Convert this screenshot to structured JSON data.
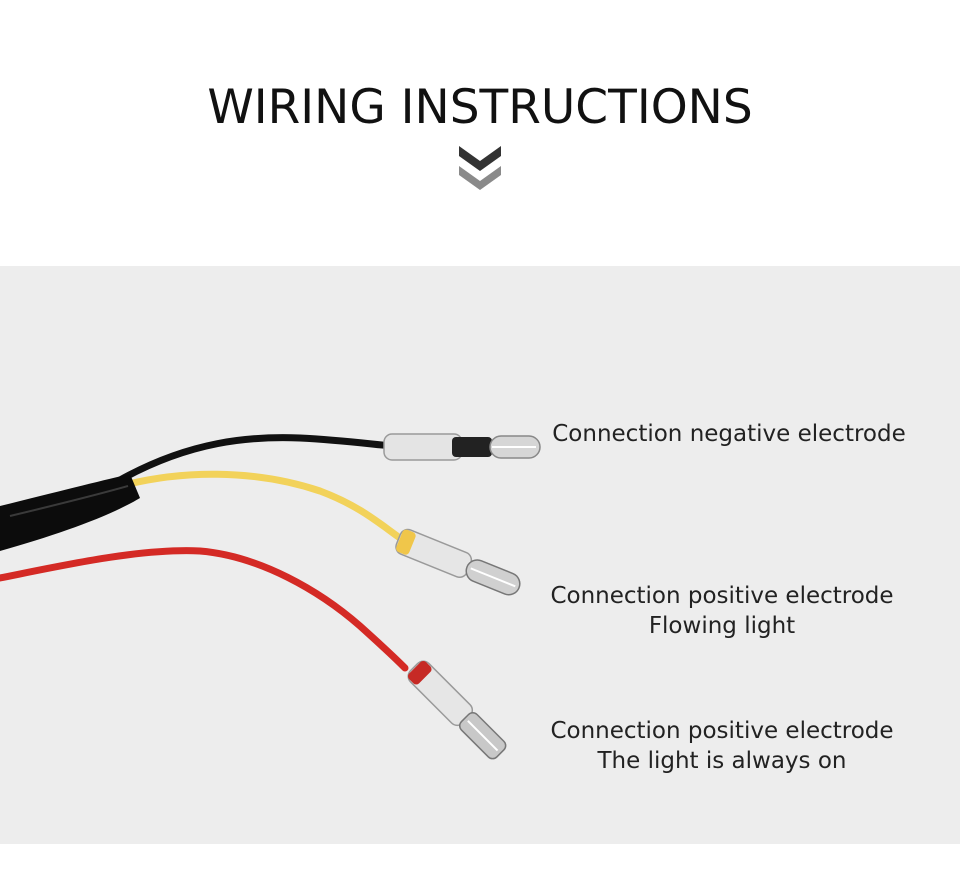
{
  "header": {
    "title": "WIRING INSTRUCTIONS",
    "chevron_icon": "double-chevron-down-icon"
  },
  "diagram": {
    "wires": [
      {
        "color_name": "black",
        "color": "#111111",
        "label_lines": [
          "Connection negative electrode"
        ]
      },
      {
        "color_name": "yellow",
        "color": "#f2d25a",
        "label_lines": [
          "Connection positive electrode",
          "Flowing light"
        ]
      },
      {
        "color_name": "red",
        "color": "#d42a25",
        "label_lines": [
          "Connection positive electrode",
          "The light is always on"
        ]
      }
    ],
    "sheath_color": "#0c0c0c",
    "background_color": "#ededed"
  }
}
